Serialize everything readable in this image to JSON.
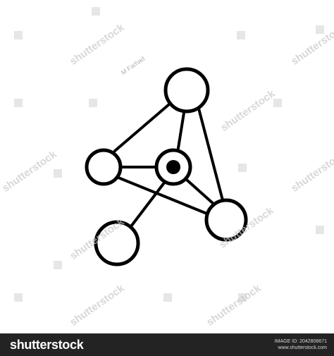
{
  "colors": {
    "background": "#ffffff",
    "stroke": "#000000",
    "footer_bg": "#232323",
    "footer_text": "#ffffff",
    "watermark": "#c8c8c8"
  },
  "icon": {
    "name": "molecule-network-icon",
    "nodes": [
      "top-node",
      "left-node",
      "center-node",
      "bottom-right-node",
      "bottom-left-node"
    ]
  },
  "watermark": {
    "text": "shutterstock",
    "credit": "M Farhad"
  },
  "footer": {
    "brand": "shutterstock",
    "image_id_label": "IMAGE ID: 2042808671",
    "site": "www.shutterstock.com"
  }
}
